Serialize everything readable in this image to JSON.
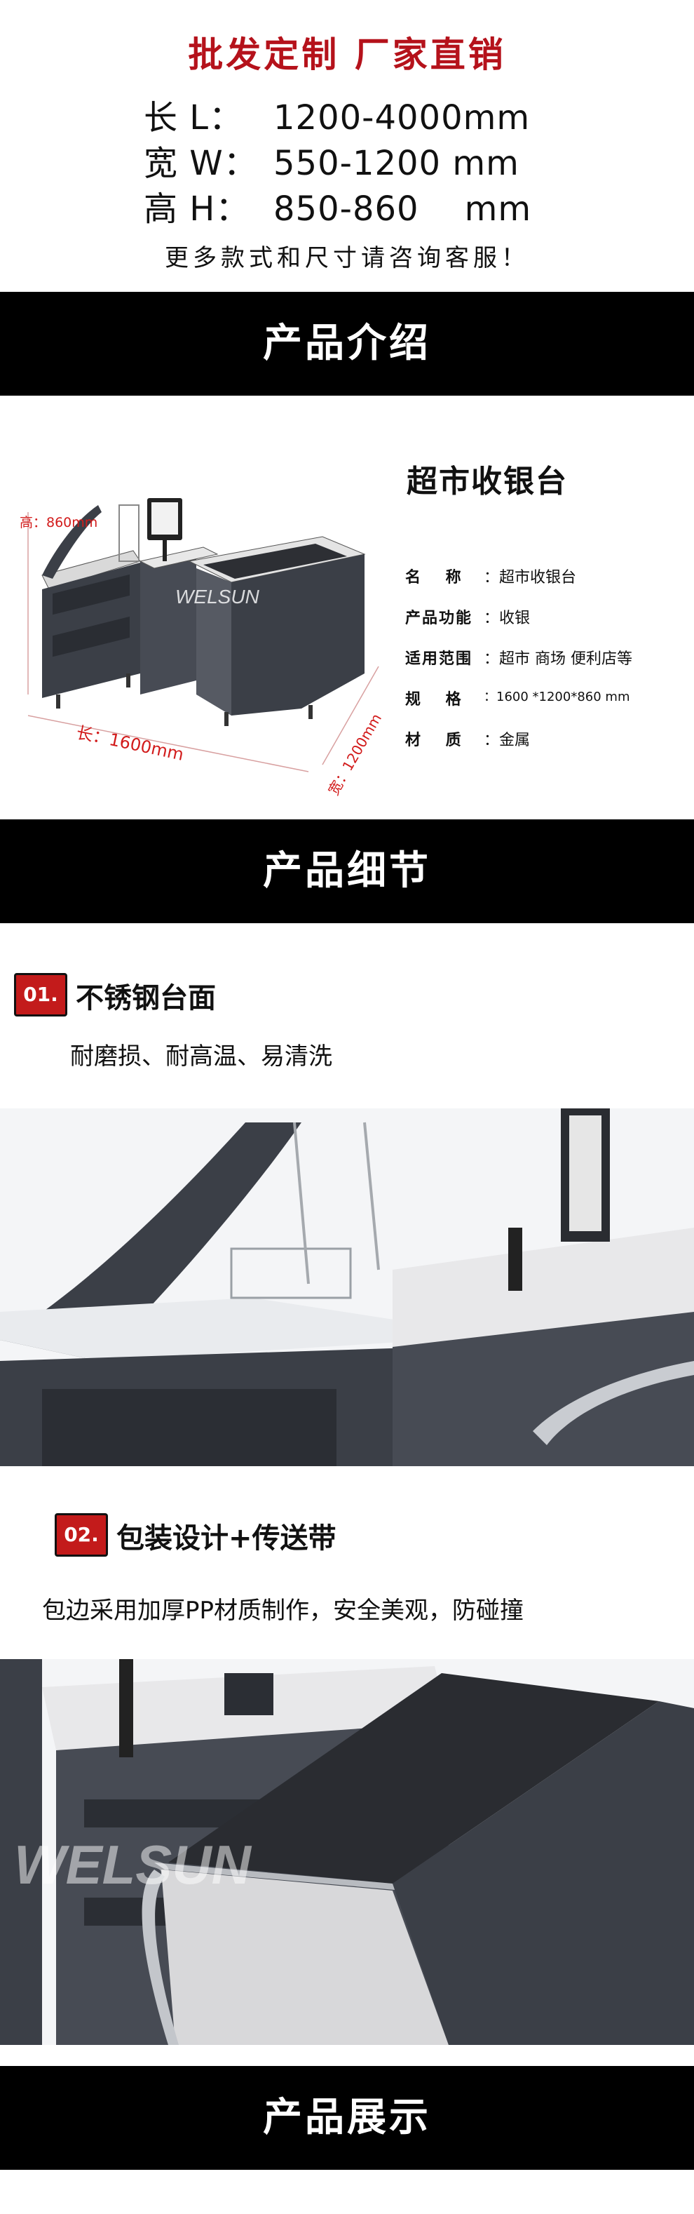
{
  "header": {
    "headline": "批发定制 厂家直销",
    "specs": [
      {
        "label": "长 L：",
        "value": "1200-4000mm"
      },
      {
        "label": "宽 W：",
        "value": "550-1200 mm"
      },
      {
        "label": "高 H：",
        "value": "850-860    mm"
      }
    ],
    "consult": "更多款式和尺寸请咨询客服！"
  },
  "banners": {
    "intro": "产品介绍",
    "details": "产品细节",
    "showcase": "产品展示"
  },
  "intro": {
    "title": "超市收银台",
    "dimensions": {
      "height": "高：860mm",
      "length": "长：1600mm",
      "width": "宽：1200mm"
    },
    "brand_watermark": "WELSUN",
    "table": [
      {
        "key": "名　 称",
        "value": "：超市收银台"
      },
      {
        "key": "产品功能",
        "value": "：收银"
      },
      {
        "key": "适用范围",
        "value": "：超市 商场 便利店等"
      },
      {
        "key": "规　 格",
        "value": "：1600 *1200*860 mm"
      },
      {
        "key": "材　 质",
        "value": "：金属"
      }
    ]
  },
  "details": [
    {
      "badge": "01.",
      "title": "不锈钢台面",
      "desc": "耐磨损、耐高温、易清洗"
    },
    {
      "badge": "02.",
      "title": "包装设计+传送带",
      "desc": "包边采用加厚PP材质制作，安全美观，防碰撞",
      "watermark": "WELSUN"
    }
  ],
  "colors": {
    "accent_red": "#b5121b",
    "badge_red": "#c31b1b",
    "banner_black": "#000000",
    "cabinet_gray": "#3b3f47"
  }
}
